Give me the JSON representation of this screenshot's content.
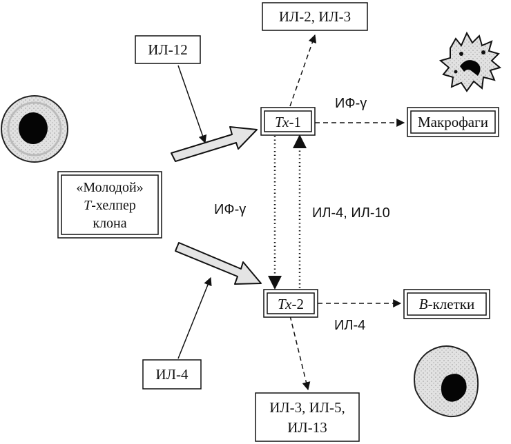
{
  "boxes": {
    "il2_il3": "ИЛ-2, ИЛ-3",
    "il12": "ИЛ-12",
    "th1_italic": "Тх",
    "th1_num": "-1",
    "macrophages": "Макрофаги",
    "young_line1": "«Молодой»",
    "young_line2_italic": "Т",
    "young_line2_rest": "-хелпер",
    "young_line3": "клона",
    "th2_italic": "Тх",
    "th2_num": "-2",
    "bcells_italic": "В",
    "bcells_rest": "-клетки",
    "il4_bottom": "ИЛ-4",
    "il3_il5_line1": "ИЛ-3, ИЛ-5,",
    "il3_il5_line2": "ИЛ-13"
  },
  "labels": {
    "ifn_top": "ИФ-γ",
    "ifn_middle": "ИФ-γ",
    "il4_il10": "ИЛ-4, ИЛ-10",
    "il4_bcells": "ИЛ-4"
  },
  "colors": {
    "line": "#111111",
    "big_arrow_fill": "#e4e4e4",
    "cell_fill": "#d9d9d9"
  }
}
